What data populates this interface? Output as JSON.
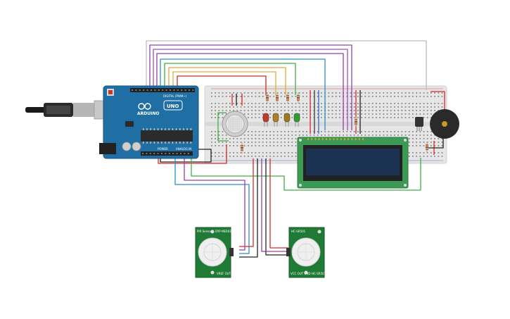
{
  "arduino": {
    "brand": "ARDUINO",
    "model": "UNO",
    "digital_label": "DIGITAL (PWM~)",
    "power_label": "POWER",
    "analog_label": "ANALOG IN"
  },
  "pir_left": {
    "top_left": "PIR Sensor",
    "top_right": "DYP-ME003",
    "bottom_right": "VREF  OUT"
  },
  "pir_right": {
    "top_left": "HC-SR501",
    "bottom_left": "VCC OUT GND",
    "bottom_right": "HC-SR501"
  },
  "led_colors": [
    "#c0392b",
    "#b07d2a",
    "#9b7b1e",
    "#2e9e2e"
  ],
  "wire_colors": {
    "red": "#d62828",
    "black": "#222222",
    "green": "#3fae49",
    "orange": "#e8a33d",
    "blue": "#2b8fc9",
    "purple": "#9b3ea8",
    "gray": "#a8a8a8"
  }
}
